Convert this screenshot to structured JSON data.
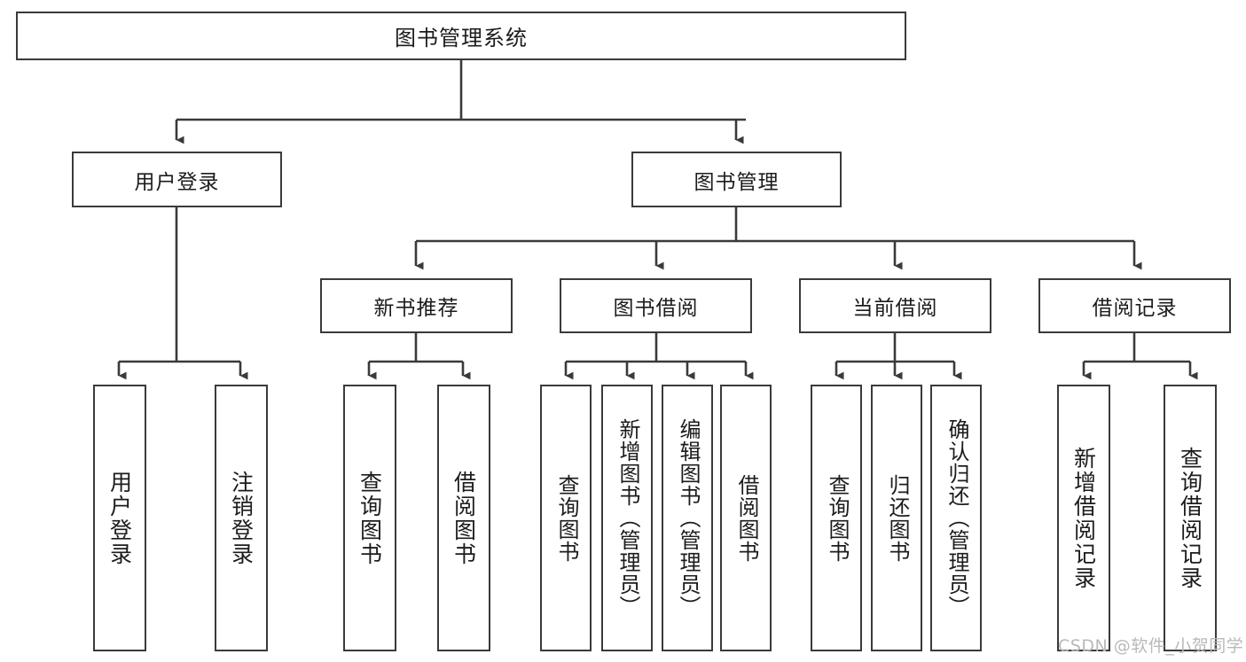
{
  "diagram": {
    "type": "tree",
    "title": "图书管理系统",
    "orientation": "top-down",
    "levels": 4,
    "root": {
      "id": "root",
      "label": "图书管理系统"
    },
    "level1": [
      {
        "id": "user-login",
        "label": "用户登录"
      },
      {
        "id": "book-manage",
        "label": "图书管理"
      }
    ],
    "level2": [
      {
        "id": "new-book-rec",
        "label": "新书推荐",
        "parent": "book-manage"
      },
      {
        "id": "book-borrow",
        "label": "图书借阅",
        "parent": "book-manage"
      },
      {
        "id": "current-borrow",
        "label": "当前借阅",
        "parent": "book-manage"
      },
      {
        "id": "borrow-record",
        "label": "借阅记录",
        "parent": "book-manage"
      }
    ],
    "leaves": [
      {
        "id": "leaf-user-login",
        "label": "用户登录",
        "parent": "user-login"
      },
      {
        "id": "leaf-user-logout",
        "label": "注销登录",
        "parent": "user-login"
      },
      {
        "id": "leaf-query-book-1",
        "label": "查询图书",
        "parent": "new-book-rec"
      },
      {
        "id": "leaf-borrow-book-1",
        "label": "借阅图书",
        "parent": "new-book-rec"
      },
      {
        "id": "leaf-query-book-2",
        "label": "查询图书",
        "parent": "book-borrow"
      },
      {
        "id": "leaf-add-book",
        "label": "新增图书（管理员）",
        "parent": "book-borrow"
      },
      {
        "id": "leaf-edit-book",
        "label": "编辑图书（管理员）",
        "parent": "book-borrow"
      },
      {
        "id": "leaf-borrow-book-2",
        "label": "借阅图书",
        "parent": "book-borrow"
      },
      {
        "id": "leaf-query-book-3",
        "label": "查询图书",
        "parent": "current-borrow"
      },
      {
        "id": "leaf-return-book",
        "label": "归还图书",
        "parent": "current-borrow"
      },
      {
        "id": "leaf-confirm-return",
        "label": "确认归还（管理员）",
        "parent": "current-borrow"
      },
      {
        "id": "leaf-add-record",
        "label": "新增借阅记录",
        "parent": "borrow-record"
      },
      {
        "id": "leaf-query-record",
        "label": "查询借阅记录",
        "parent": "borrow-record"
      }
    ],
    "colors": {
      "stroke": "#3a3a3a",
      "fill": "#ffffff",
      "text": "#1c1c1c",
      "watermark": "#b9b9b9"
    }
  },
  "watermark": {
    "text": "CSDN @软件_小贺同学"
  }
}
